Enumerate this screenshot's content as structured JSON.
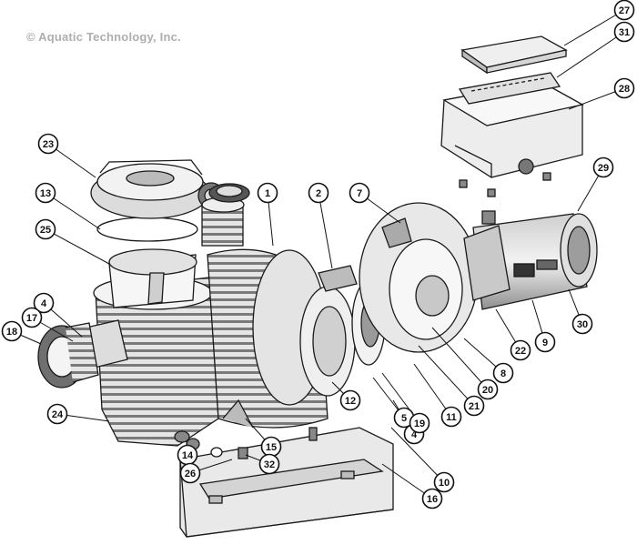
{
  "copyright": "© Aquatic Technology, Inc.",
  "callouts": [
    "1",
    "2",
    "4",
    "4",
    "5",
    "7",
    "8",
    "9",
    "10",
    "11",
    "12",
    "13",
    "14",
    "15",
    "16",
    "17",
    "18",
    "19",
    "20",
    "21",
    "22",
    "23",
    "24",
    "25",
    "26",
    "27",
    "28",
    "29",
    "30",
    "31",
    "32"
  ]
}
